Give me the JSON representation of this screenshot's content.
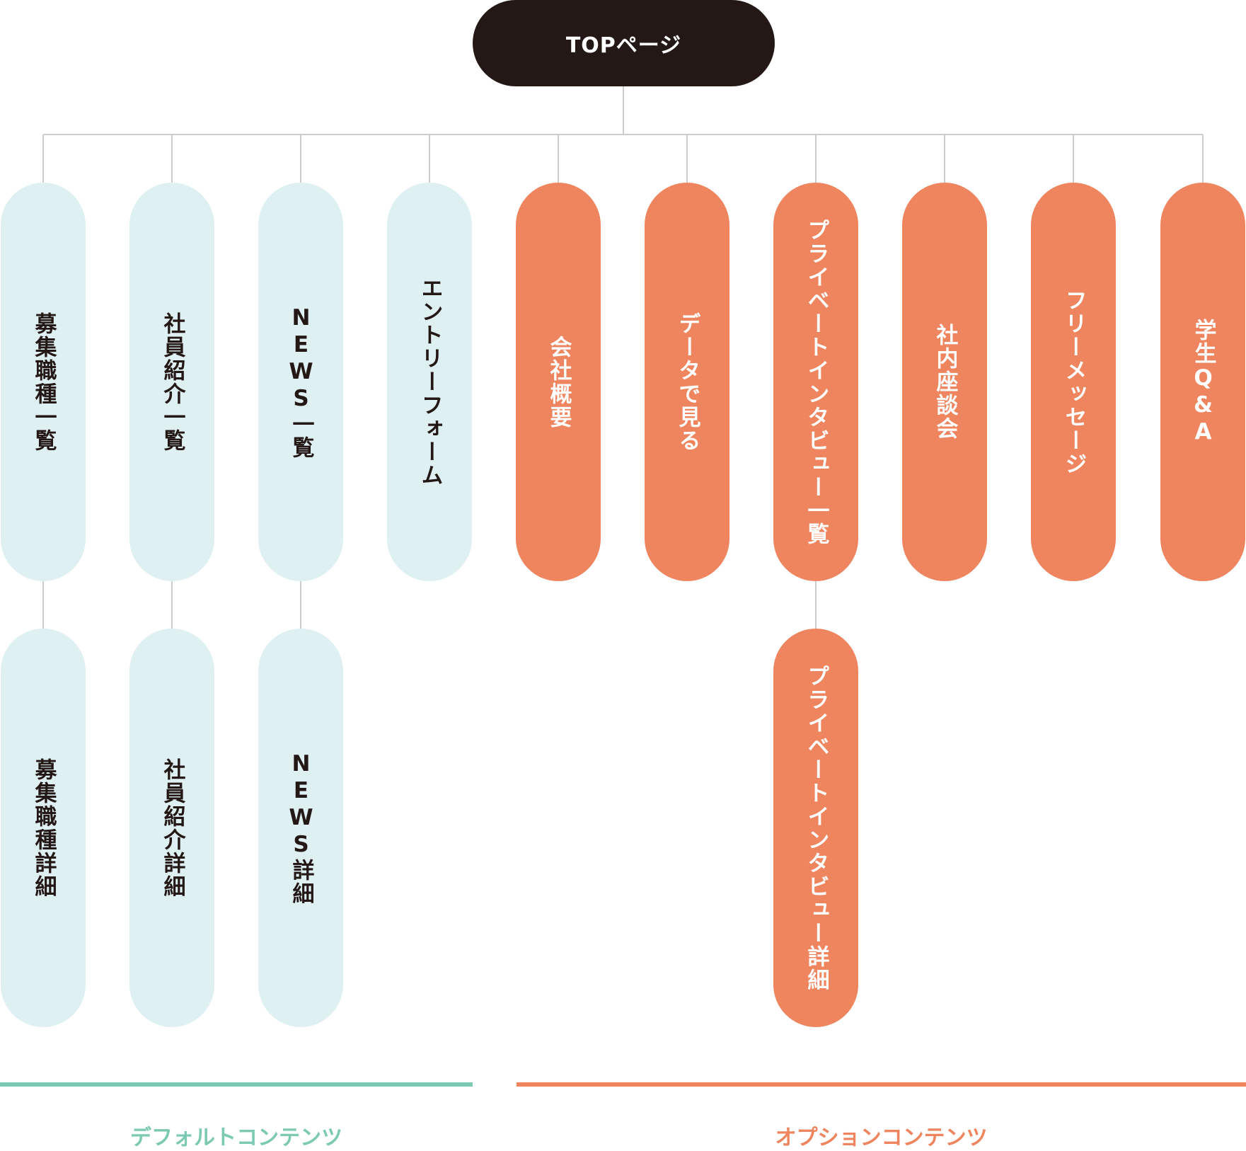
{
  "top": {
    "label": "TOPページ"
  },
  "nodes_row1": [
    {
      "label": "募集職種一覧",
      "kind": "default"
    },
    {
      "label": "社員紹介一覧",
      "kind": "default"
    },
    {
      "label": "NEWS一覧",
      "kind": "default"
    },
    {
      "label": "エントリーフォーム",
      "kind": "default"
    },
    {
      "label": "会社概要",
      "kind": "option"
    },
    {
      "label": "データで見る",
      "kind": "option"
    },
    {
      "label": "プライベートインタビュー一覧",
      "kind": "option"
    },
    {
      "label": "社内座談会",
      "kind": "option"
    },
    {
      "label": "フリーメッセージ",
      "kind": "option"
    },
    {
      "label": "学生Q&A",
      "kind": "option"
    }
  ],
  "nodes_row2": [
    {
      "label": "募集職種詳細",
      "kind": "default",
      "parent": "募集職種一覧"
    },
    {
      "label": "社員紹介詳細",
      "kind": "default",
      "parent": "社員紹介一覧"
    },
    {
      "label": "NEWS詳細",
      "kind": "default",
      "parent": "NEWS一覧"
    },
    {
      "label": "プライベートインタビュー詳細",
      "kind": "option",
      "parent": "プライベートインタビュー一覧"
    }
  ],
  "legend": {
    "default_label": "デフォルトコンテンツ",
    "option_label": "オプションコンテンツ"
  },
  "colors": {
    "top_bg": "#231815",
    "default_bg": "#dff0f3",
    "default_text": "#231815",
    "default_accent": "#7dcab3",
    "option_bg": "#ef855f",
    "option_text": "#ffffff",
    "connector": "#cccccc"
  }
}
